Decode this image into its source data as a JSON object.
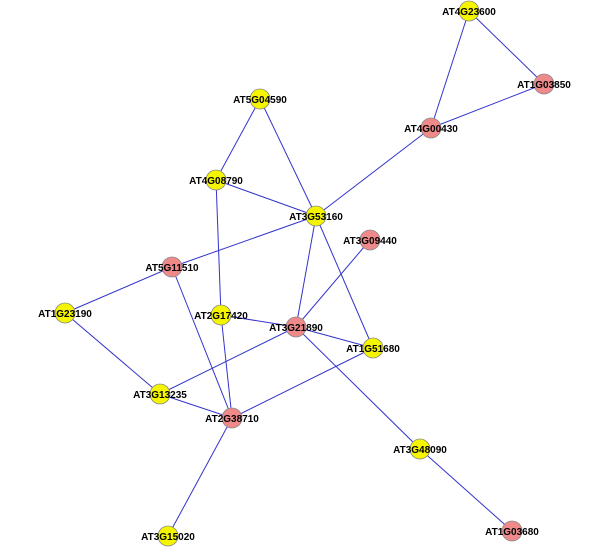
{
  "network": {
    "colors": {
      "edge": "#3333cc",
      "yellow": "#f5f500",
      "pink": "#f08a8a",
      "node_stroke": "#888888"
    },
    "nodes": [
      {
        "id": "AT4G23600",
        "color": "yellow"
      },
      {
        "id": "AT1G03850",
        "color": "pink"
      },
      {
        "id": "AT4G00430",
        "color": "pink"
      },
      {
        "id": "AT5G04590",
        "color": "yellow"
      },
      {
        "id": "AT4G08790",
        "color": "yellow"
      },
      {
        "id": "AT3G53160",
        "color": "yellow"
      },
      {
        "id": "AT3G09440",
        "color": "pink"
      },
      {
        "id": "AT5G11510",
        "color": "pink"
      },
      {
        "id": "AT1G23190",
        "color": "yellow"
      },
      {
        "id": "AT2G17420",
        "color": "yellow"
      },
      {
        "id": "AT3G21890",
        "color": "pink"
      },
      {
        "id": "AT1G51680",
        "color": "yellow"
      },
      {
        "id": "AT3G13235",
        "color": "yellow"
      },
      {
        "id": "AT2G38710",
        "color": "pink"
      },
      {
        "id": "AT3G48090",
        "color": "yellow"
      },
      {
        "id": "AT1G03680",
        "color": "pink"
      },
      {
        "id": "AT3G15020",
        "color": "yellow"
      }
    ],
    "edges": [
      [
        "AT4G23600",
        "AT1G03850"
      ],
      [
        "AT4G23600",
        "AT4G00430"
      ],
      [
        "AT1G03850",
        "AT4G00430"
      ],
      [
        "AT4G00430",
        "AT3G53160"
      ],
      [
        "AT5G04590",
        "AT4G08790"
      ],
      [
        "AT5G04590",
        "AT3G53160"
      ],
      [
        "AT4G08790",
        "AT3G53160"
      ],
      [
        "AT4G08790",
        "AT2G17420"
      ],
      [
        "AT3G53160",
        "AT5G11510"
      ],
      [
        "AT3G53160",
        "AT3G21890"
      ],
      [
        "AT3G53160",
        "AT1G51680"
      ],
      [
        "AT3G09440",
        "AT3G21890"
      ],
      [
        "AT5G11510",
        "AT1G23190"
      ],
      [
        "AT5G11510",
        "AT2G38710"
      ],
      [
        "AT1G23190",
        "AT3G13235"
      ],
      [
        "AT2G17420",
        "AT3G21890"
      ],
      [
        "AT2G17420",
        "AT2G38710"
      ],
      [
        "AT3G21890",
        "AT1G51680"
      ],
      [
        "AT3G21890",
        "AT3G13235"
      ],
      [
        "AT3G21890",
        "AT3G48090"
      ],
      [
        "AT1G51680",
        "AT2G38710"
      ],
      [
        "AT3G13235",
        "AT2G38710"
      ],
      [
        "AT2G38710",
        "AT3G15020"
      ],
      [
        "AT3G48090",
        "AT1G03680"
      ]
    ]
  }
}
